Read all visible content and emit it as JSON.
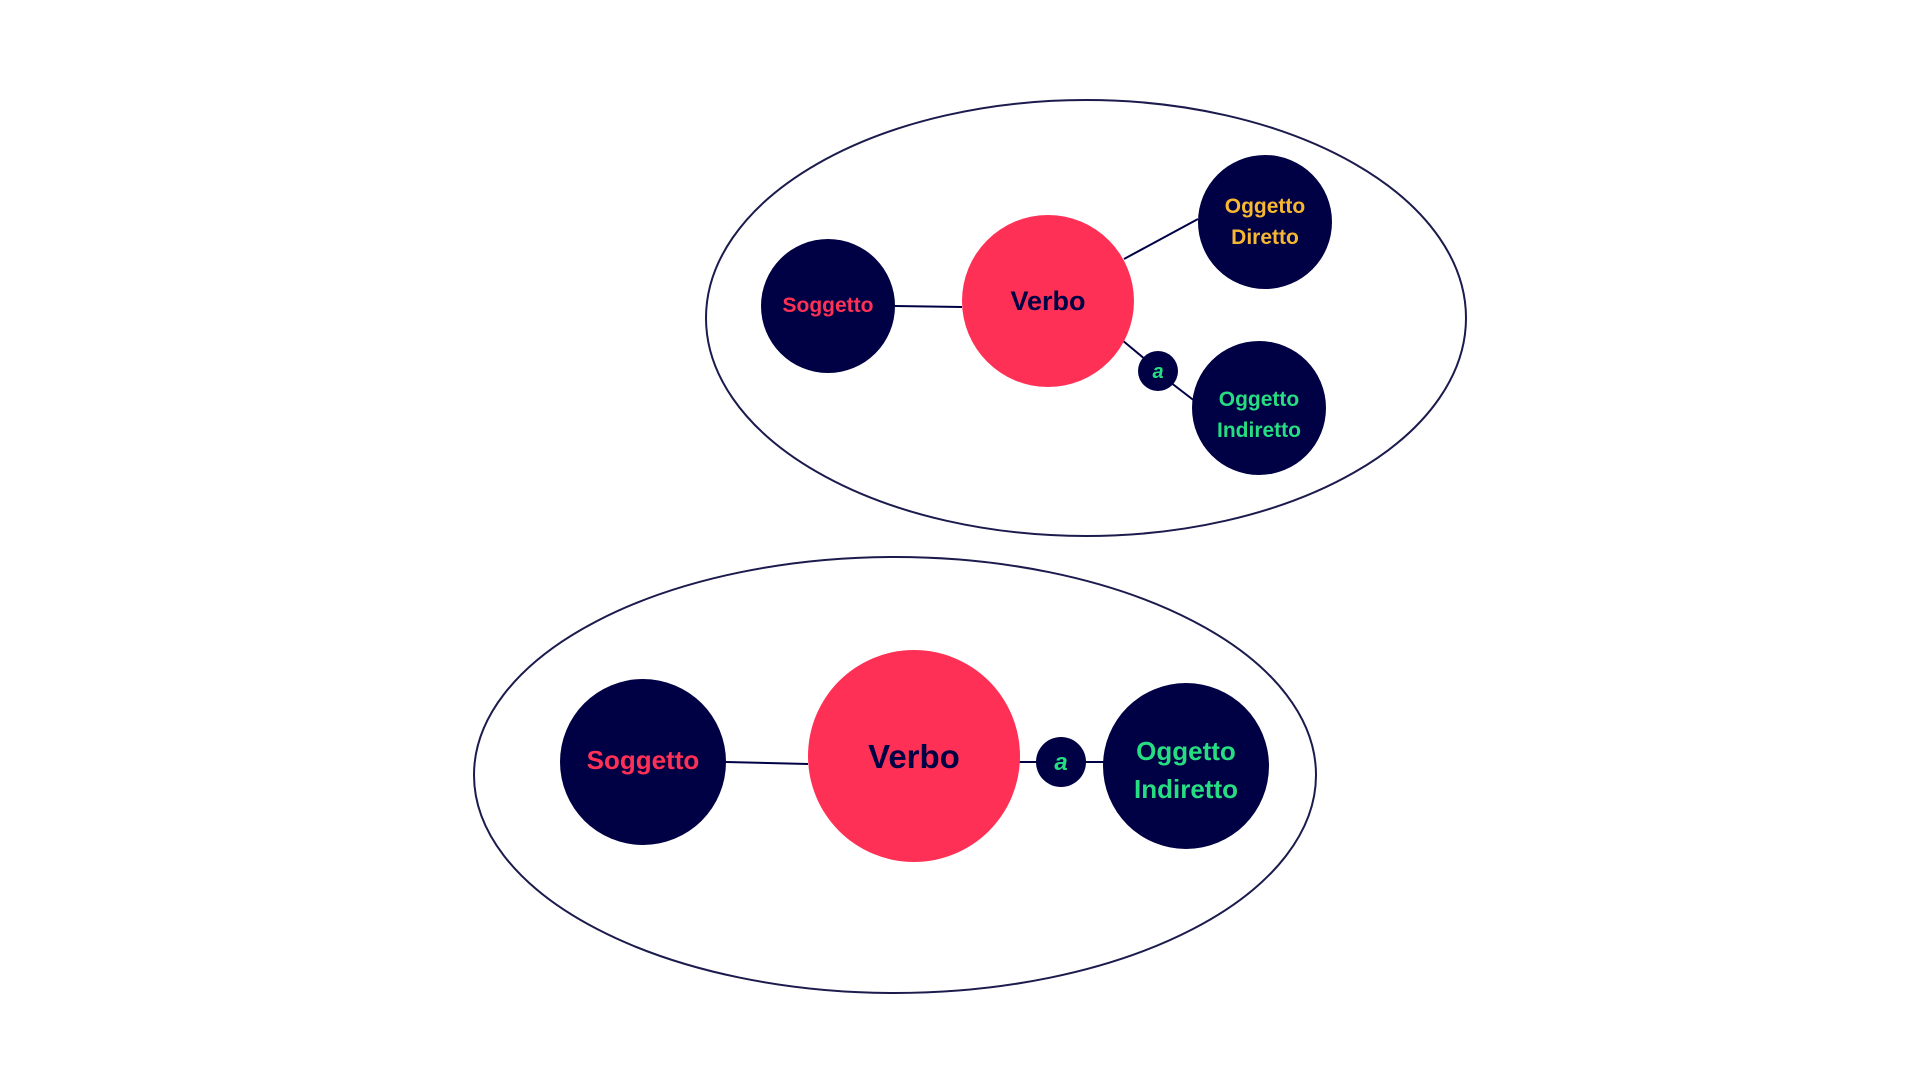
{
  "colors": {
    "navy": "#000044",
    "verb": "#FF3055",
    "subject_text": "#FF3055",
    "direct_object_text": "#F7B731",
    "indirect_object_text": "#26DE81",
    "outline": "#1B1B4D",
    "background": "#FFFFFF"
  },
  "diagram_top": {
    "soggetto": "Soggetto",
    "verbo": "Verbo",
    "oggetto_diretto_line1": "Oggetto",
    "oggetto_diretto_line2": "Diretto",
    "connector": "a",
    "oggetto_indiretto_line1": "Oggetto",
    "oggetto_indiretto_line2": "Indiretto"
  },
  "diagram_bottom": {
    "soggetto": "Soggetto",
    "verbo": "Verbo",
    "connector": "a",
    "oggetto_indiretto_line1": "Oggetto",
    "oggetto_indiretto_line2": "Indiretto"
  }
}
